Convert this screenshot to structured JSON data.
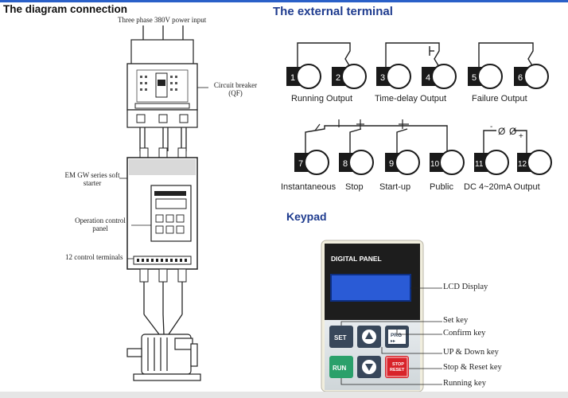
{
  "headings": {
    "diagram": "The diagram connection",
    "terminal": "The external terminal",
    "keypad": "Keypad"
  },
  "diagram": {
    "power_input": "Three phase 380V power input",
    "breaker": "Circuit breaker (QF)",
    "starter": "EM GW series soft starter",
    "panel": "Operation control panel",
    "terminals": "12 control terminals"
  },
  "terminals": {
    "numbers": [
      "1",
      "2",
      "3",
      "4",
      "5",
      "6",
      "7",
      "8",
      "9",
      "10",
      "11",
      "12"
    ],
    "row1_labels": [
      "Running Output",
      "Time-delay Output",
      "Failure Output"
    ],
    "row2_labels": [
      "Instantaneous",
      "Stop",
      "Start-up",
      "Public",
      "DC 4~20mA Output"
    ]
  },
  "keypad": {
    "title": "DIGITAL PANEL",
    "set": "SET",
    "prg": "PRG",
    "run": "RUN",
    "stop": "STOP",
    "reset": "RESET",
    "labels": {
      "lcd": "LCD Display",
      "set": "Set key",
      "confirm": "Confirm key",
      "updown": "UP & Down key",
      "stopreset": "Stop & Reset key",
      "running": "Running key"
    }
  },
  "colors": {
    "heading_blue": "#1f3c8f",
    "lcd_blue": "#2a5bd6",
    "run_green": "#2aa06a",
    "stop_red": "#d8232a",
    "key_dark": "#38475a"
  }
}
